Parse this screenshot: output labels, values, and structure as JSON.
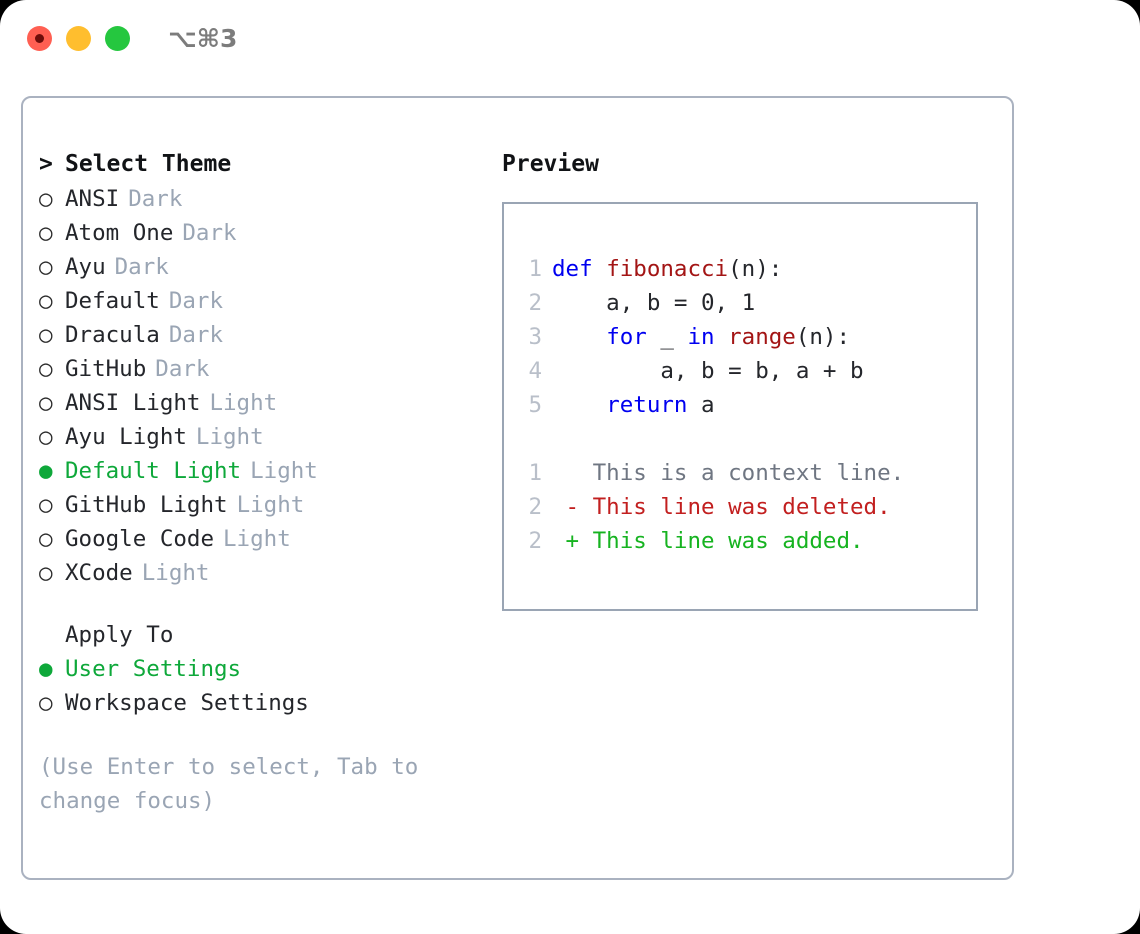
{
  "window": {
    "title_shortcut": "⌥⌘3",
    "traffic_lights": [
      {
        "name": "close",
        "color": "#ff5f52"
      },
      {
        "name": "minimize",
        "color": "#ffbe2e"
      },
      {
        "name": "maximize",
        "color": "#25c73f"
      }
    ]
  },
  "theme_picker": {
    "header_prefix": ">",
    "header_label": "Select Theme",
    "selected_bullet": "●",
    "unselected_bullet": "○",
    "items": [
      {
        "bullet": "○",
        "label": "ANSI",
        "category": "Dark",
        "selected": false
      },
      {
        "bullet": "○",
        "label": "Atom One",
        "category": "Dark",
        "selected": false
      },
      {
        "bullet": "○",
        "label": "Ayu",
        "category": "Dark",
        "selected": false
      },
      {
        "bullet": "○",
        "label": "Default",
        "category": "Dark",
        "selected": false
      },
      {
        "bullet": "○",
        "label": "Dracula",
        "category": "Dark",
        "selected": false
      },
      {
        "bullet": "○",
        "label": "GitHub",
        "category": "Dark",
        "selected": false
      },
      {
        "bullet": "○",
        "label": "ANSI Light",
        "category": "Light",
        "selected": false
      },
      {
        "bullet": "○",
        "label": "Ayu Light",
        "category": "Light",
        "selected": false
      },
      {
        "bullet": "●",
        "label": "Default Light",
        "category": "Light",
        "selected": true
      },
      {
        "bullet": "○",
        "label": "GitHub Light",
        "category": "Light",
        "selected": false
      },
      {
        "bullet": "○",
        "label": "Google Code",
        "category": "Light",
        "selected": false
      },
      {
        "bullet": "○",
        "label": "XCode",
        "category": "Light",
        "selected": false
      }
    ]
  },
  "apply_to": {
    "title": "Apply To",
    "items": [
      {
        "bullet": "●",
        "label": "User Settings",
        "selected": true
      },
      {
        "bullet": "○",
        "label": "Workspace Settings",
        "selected": false
      }
    ]
  },
  "hint": "(Use Enter to select, Tab to change focus)",
  "preview": {
    "title": "Preview",
    "code_lines": [
      {
        "num": "1",
        "tokens": [
          {
            "t": "def ",
            "c": "kw"
          },
          {
            "t": "fibonacci",
            "c": "fn"
          },
          {
            "t": "(n):",
            "c": "pl"
          }
        ]
      },
      {
        "num": "2",
        "tokens": [
          {
            "t": "    a, b = 0, 1",
            "c": "pl"
          }
        ]
      },
      {
        "num": "3",
        "tokens": [
          {
            "t": "    ",
            "c": "pl"
          },
          {
            "t": "for",
            "c": "kw"
          },
          {
            "t": " _ ",
            "c": "pl"
          },
          {
            "t": "in",
            "c": "kw"
          },
          {
            "t": " ",
            "c": "pl"
          },
          {
            "t": "range",
            "c": "fn"
          },
          {
            "t": "(n):",
            "c": "pl"
          }
        ]
      },
      {
        "num": "4",
        "tokens": [
          {
            "t": "        a, b = b, a + b",
            "c": "pl"
          }
        ]
      },
      {
        "num": "5",
        "tokens": [
          {
            "t": "    ",
            "c": "pl"
          },
          {
            "t": "return",
            "c": "kw"
          },
          {
            "t": " a",
            "c": "pl"
          }
        ]
      }
    ],
    "diff_lines": [
      {
        "num": "1",
        "marker": " ",
        "text": "This is a context line.",
        "kind": "ctx"
      },
      {
        "num": "2",
        "marker": "-",
        "text": "This line was deleted.",
        "kind": "del"
      },
      {
        "num": "2",
        "marker": "+",
        "text": "This line was added.",
        "kind": "add"
      }
    ]
  },
  "colors": {
    "accent_green": "#0ea83a",
    "muted_gray": "#9aa5b4",
    "keyword_blue": "#0000f0",
    "function_red": "#a31515",
    "diff_delete": "#c21f1f",
    "diff_add": "#16b320",
    "border": "#aab2c0"
  }
}
